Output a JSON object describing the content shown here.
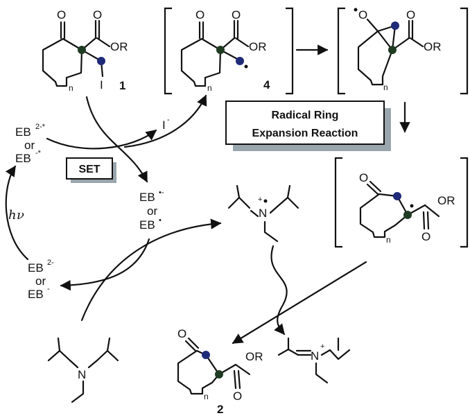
{
  "colors": {
    "green_atom": "#1f3b22",
    "blue_atom": "#1f2a78",
    "shadow": "#9aa6ad",
    "ink": "#111111"
  },
  "labels": {
    "compound_1": "1",
    "compound_2": "2",
    "compound_4": "4",
    "ester": "OR",
    "oxygen": "O",
    "iodine": "I",
    "iodide": "I",
    "iodide_charge": "-",
    "nitrogen": "N",
    "plus": "+",
    "n": "n",
    "or": "or",
    "eb": "EB",
    "eb_excited_dianion_sup": "2-*",
    "eb_excited_anion_sup": "-*",
    "eb_radical_anion_sup": "•-",
    "eb_radical_sup": "•",
    "eb_dianion_sup": "2-",
    "eb_anion_sup": "-",
    "hv_h": "h",
    "hv_nu": "ν",
    "set_box": "SET",
    "box_line1": "Radical Ring",
    "box_line2": "Expansion Reaction"
  }
}
